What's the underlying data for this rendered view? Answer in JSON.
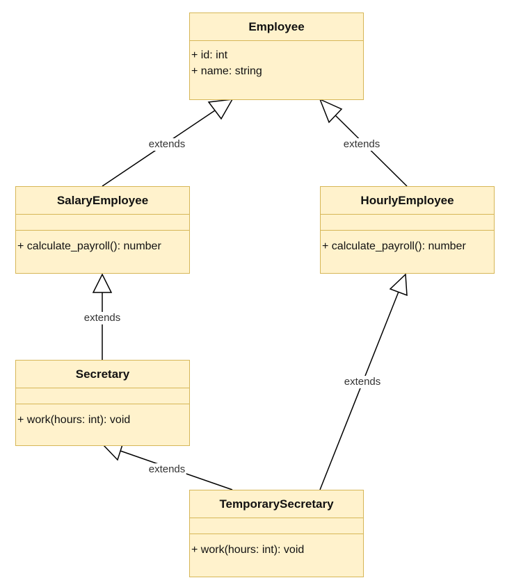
{
  "classes": {
    "employee": {
      "name": "Employee",
      "attributes": [
        "+ id: int",
        "+ name: string"
      ],
      "methods": []
    },
    "salary_employee": {
      "name": "SalaryEmployee",
      "attributes": [],
      "methods": [
        "+ calculate_payroll(): number"
      ]
    },
    "hourly_employee": {
      "name": "HourlyEmployee",
      "attributes": [],
      "methods": [
        "+ calculate_payroll(): number"
      ]
    },
    "secretary": {
      "name": "Secretary",
      "attributes": [],
      "methods": [
        "+ work(hours: int): void"
      ]
    },
    "temporary_secretary": {
      "name": "TemporarySecretary",
      "attributes": [],
      "methods": [
        "+ work(hours: int): void"
      ]
    }
  },
  "relations": [
    {
      "from": "SalaryEmployee",
      "to": "Employee",
      "label": "extends"
    },
    {
      "from": "HourlyEmployee",
      "to": "Employee",
      "label": "extends"
    },
    {
      "from": "Secretary",
      "to": "SalaryEmployee",
      "label": "extends"
    },
    {
      "from": "TemporarySecretary",
      "to": "HourlyEmployee",
      "label": "extends"
    },
    {
      "from": "TemporarySecretary",
      "to": "Secretary",
      "label": "extends"
    }
  ],
  "colors": {
    "class_fill": "#fff2cc",
    "class_border": "#d6b656",
    "edge": "#000000"
  }
}
